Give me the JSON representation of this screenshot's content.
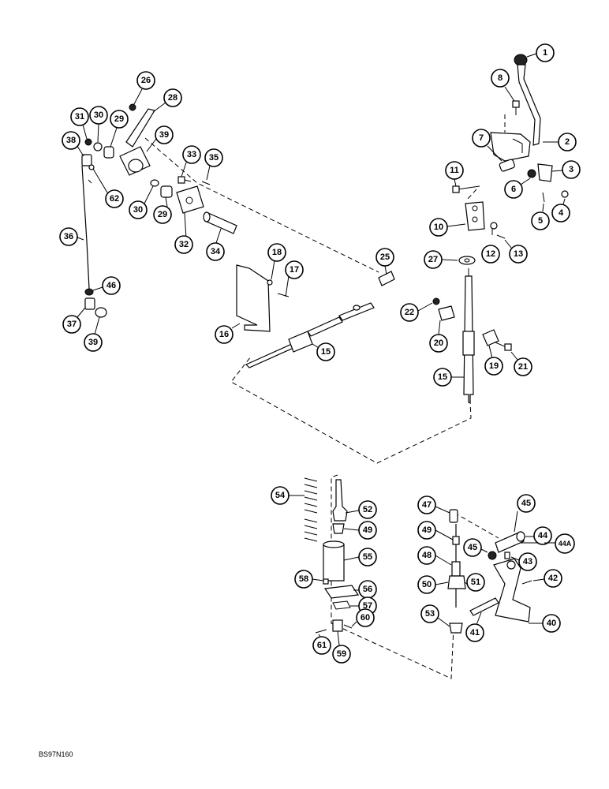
{
  "reference_code": "BS97N160",
  "callouts": [
    {
      "label": "1"
    },
    {
      "label": "2"
    },
    {
      "label": "3"
    },
    {
      "label": "4"
    },
    {
      "label": "5"
    },
    {
      "label": "6"
    },
    {
      "label": "7"
    },
    {
      "label": "8"
    },
    {
      "label": "10"
    },
    {
      "label": "11"
    },
    {
      "label": "12"
    },
    {
      "label": "13"
    },
    {
      "label": "15"
    },
    {
      "label": "15"
    },
    {
      "label": "16"
    },
    {
      "label": "17"
    },
    {
      "label": "18"
    },
    {
      "label": "19"
    },
    {
      "label": "20"
    },
    {
      "label": "21"
    },
    {
      "label": "22"
    },
    {
      "label": "25"
    },
    {
      "label": "26"
    },
    {
      "label": "27"
    },
    {
      "label": "28"
    },
    {
      "label": "29"
    },
    {
      "label": "29"
    },
    {
      "label": "30"
    },
    {
      "label": "30"
    },
    {
      "label": "31"
    },
    {
      "label": "32"
    },
    {
      "label": "33"
    },
    {
      "label": "34"
    },
    {
      "label": "35"
    },
    {
      "label": "36"
    },
    {
      "label": "37"
    },
    {
      "label": "38"
    },
    {
      "label": "39"
    },
    {
      "label": "39"
    },
    {
      "label": "40"
    },
    {
      "label": "41"
    },
    {
      "label": "42"
    },
    {
      "label": "43"
    },
    {
      "label": "44"
    },
    {
      "label": "44A"
    },
    {
      "label": "45"
    },
    {
      "label": "45"
    },
    {
      "label": "46"
    },
    {
      "label": "47"
    },
    {
      "label": "48"
    },
    {
      "label": "49"
    },
    {
      "label": "49"
    },
    {
      "label": "50"
    },
    {
      "label": "51"
    },
    {
      "label": "52"
    },
    {
      "label": "53"
    },
    {
      "label": "54"
    },
    {
      "label": "55"
    },
    {
      "label": "56"
    },
    {
      "label": "57"
    },
    {
      "label": "58"
    },
    {
      "label": "59"
    },
    {
      "label": "60"
    },
    {
      "label": "61"
    },
    {
      "label": "62"
    }
  ]
}
